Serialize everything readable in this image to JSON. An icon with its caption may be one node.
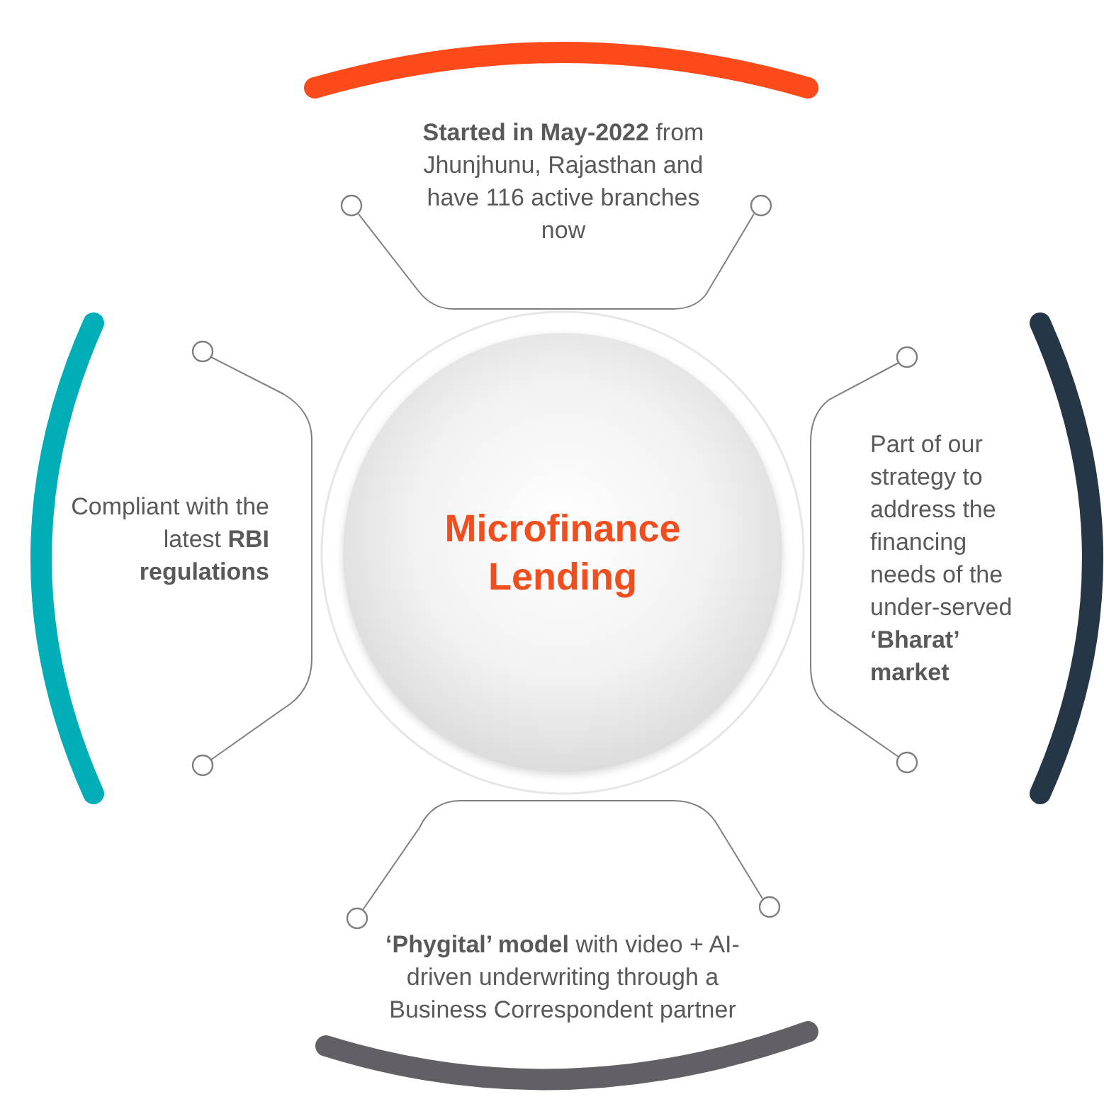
{
  "diagram": {
    "nodes": [
      {
        "text": [
          "Microfinance Lending"
        ]
      }
    ],
    "labels": [
      "**Started in May-2022** from Jhunjhunu, Rajasthan and have 116 active branches now",
      "Compliant with the latest **RBI regulations**",
      "Part of our strategy to address the financing needs of the under-served **‘Bharat’ market**",
      "**‘Phygital’ model** with video + AI-driven underwriting through a Business Correspondent partner"
    ]
  }
}
